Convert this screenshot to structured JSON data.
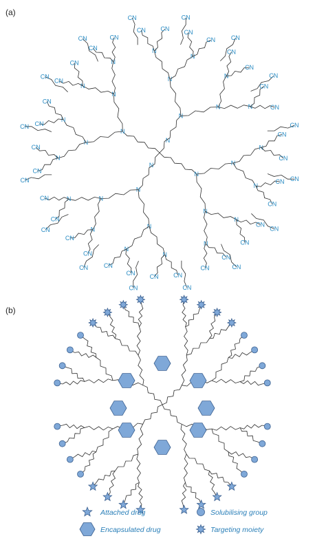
{
  "panel_a": {
    "label": "(a)",
    "atom_nitrogen": "N",
    "atom_nitrile": "CN"
  },
  "panel_b": {
    "label": "(b)",
    "legend": {
      "attached_drug": "Attached drug",
      "encapsulated_drug": "Encapsulated drug",
      "solubilising_group": "Solubilising group",
      "targeting_moiety": "Targeting moiety"
    }
  },
  "colors": {
    "line": "#2b2b2b",
    "atom_text": "#2a8cc4",
    "shape_fill": "#7fa8d8",
    "shape_stroke": "#3a5f8f",
    "legend_text": "#2a7fb8"
  },
  "icons": {
    "attached_drug": "star-icon",
    "encapsulated_drug": "hexagon-icon",
    "solubilising_group": "circle-icon",
    "targeting_moiety": "spiky-star-icon"
  }
}
